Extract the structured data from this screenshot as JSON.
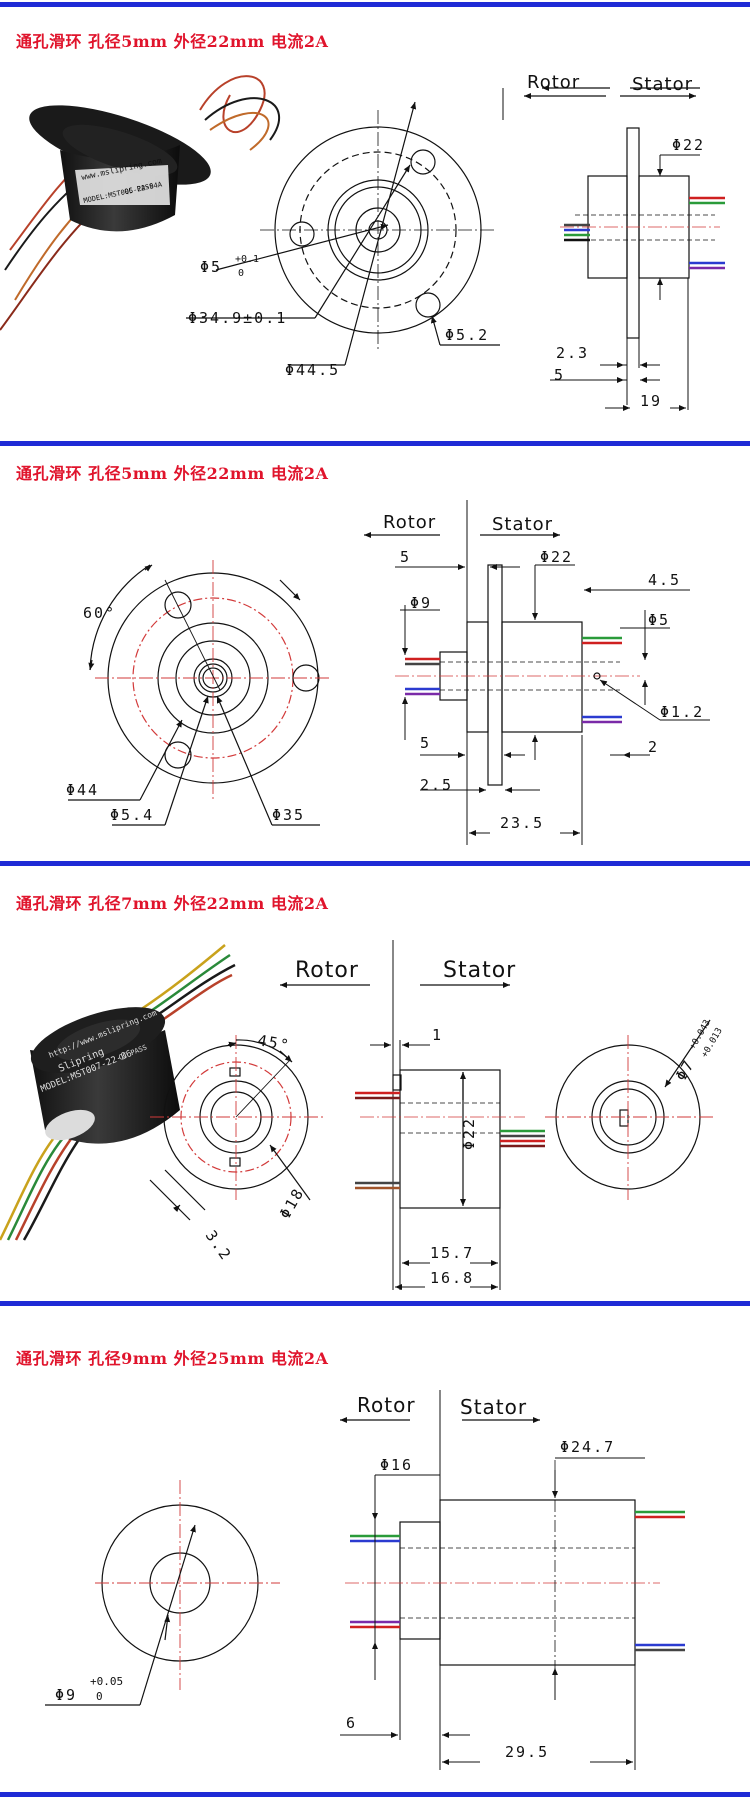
{
  "panels": [
    {
      "title": "通孔滑环  孔径5mm  外径22mm  电流2A",
      "rotor": "Rotor",
      "stator": "Stator",
      "photo": {
        "brand": "www.mslipring.com",
        "qc": "QC PASS",
        "model": "MODEL:MST005-22-04A"
      },
      "dims": {
        "hole": "Φ5",
        "hole_tol_upper": "+0.1",
        "hole_tol_lower": "0",
        "bolt_circle": "Φ34.9±0.1",
        "flange": "Φ44.5",
        "mount_hole": "Φ5.2",
        "body": "Φ22",
        "d1": "2.3",
        "d2": "5",
        "length": "19"
      }
    },
    {
      "title": "通孔滑环  孔径5mm  外径22mm  电流2A",
      "rotor": "Rotor",
      "stator": "Stator",
      "dims": {
        "angle": "60°",
        "flange": "Φ44",
        "mount_hole": "Φ5.4",
        "bolt_circle": "Φ35",
        "top5": "5",
        "shaft": "Φ9",
        "body": "Φ22",
        "d45": "4.5",
        "wire_d5": "Φ5",
        "wire_d12": "Φ1.2",
        "b5": "5",
        "b2": "2",
        "b25": "2.5",
        "length": "23.5"
      }
    },
    {
      "title": "通孔滑环  孔径7mm  外径22mm  电流2A",
      "rotor": "Rotor",
      "stator": "Stator",
      "photo": {
        "brand": "http://www.mslipring.com",
        "qc": "QC PASS",
        "name": "Slipring",
        "model": "MODEL:MST007-22-06"
      },
      "dims": {
        "angle": "45°",
        "slot": "3.2",
        "bore": "Φ18",
        "flange_t": "1",
        "body": "Φ22",
        "l1": "15.7",
        "l2": "16.8",
        "hole": "Φ7",
        "hole_tol_upper": "+0.043",
        "hole_tol_lower": "+0.013"
      }
    },
    {
      "title": "通孔滑环  孔径9mm  外径25mm  电流2A",
      "rotor": "Rotor",
      "stator": "Stator",
      "dims": {
        "hole": "Φ9",
        "hole_tol_upper": "+0.05",
        "hole_tol_lower": "0",
        "shaft": "Φ16",
        "body": "Φ24.7",
        "b6": "6",
        "length": "29.5"
      }
    }
  ],
  "colors": {
    "title": "#e0142c",
    "divider": "#1f2bd6",
    "center_line": "#d23a3a",
    "body_line": "#111111"
  }
}
